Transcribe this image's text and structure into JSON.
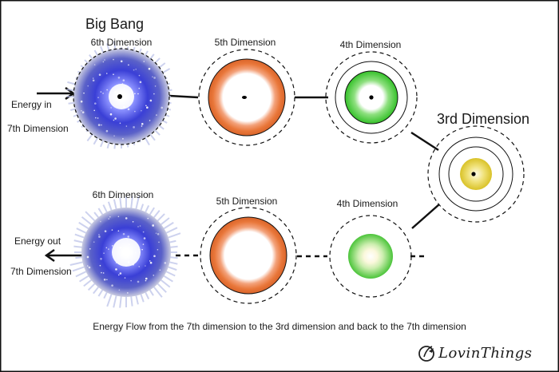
{
  "title": "Big Bang",
  "top_row": {
    "d6": "6th Dimension",
    "d5": "5th Dimension",
    "d4": "4th Dimension"
  },
  "middle": {
    "d3": "3rd Dimension"
  },
  "bottom_row": {
    "d6": "6th Dimension",
    "d5": "5th Dimension",
    "d4": "4th Dimension"
  },
  "energy_in": {
    "line1": "Energy in",
    "line2": "7th Dimension"
  },
  "energy_out": {
    "line1": "Energy out",
    "line2": "7th Dimension"
  },
  "caption": "Energy Flow from the 7th dimension to the 3rd dimension and back to the 7th dimension",
  "brand": "LovinThings",
  "colors": {
    "orange_ring": "#e9773a",
    "green_core": "#35c12a",
    "yellow_core": "#e4cf39",
    "galaxy_blue": "#3a3fd6",
    "frame": "#111111"
  }
}
